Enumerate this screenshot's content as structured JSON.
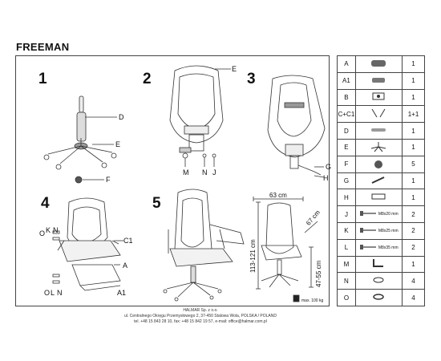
{
  "title": "FREEMAN",
  "steps": [
    "1",
    "2",
    "3",
    "4",
    "5"
  ],
  "labels": {
    "s1": {
      "D": "D",
      "E": "E",
      "F": "F"
    },
    "s2": {
      "E": "E",
      "M": "M",
      "N": "N",
      "J": "J"
    },
    "s3": {
      "G": "G",
      "H": "H"
    },
    "s4": {
      "O": "O",
      "K": "K",
      "N": "N",
      "C1": "C1",
      "A": "A",
      "O2": "O",
      "L": "L",
      "N2": "N",
      "A1": "A1"
    }
  },
  "dimensions": {
    "width": "63 cm",
    "depth": "67 cm",
    "height": "113-121 cm",
    "seat": "47-55 cm",
    "max_load": "max. 100 kg"
  },
  "parts": [
    {
      "code": "A",
      "qty": "1",
      "icon": "seat-cushion-icon",
      "note": ""
    },
    {
      "code": "A1",
      "qty": "1",
      "icon": "footrest-cushion-icon",
      "note": ""
    },
    {
      "code": "B",
      "qty": "1",
      "icon": "mechanism-icon",
      "note": ""
    },
    {
      "code": "C+C1",
      "qty": "1+1",
      "icon": "armrest-pair-icon",
      "note": ""
    },
    {
      "code": "D",
      "qty": "1",
      "icon": "gas-lift-icon",
      "note": ""
    },
    {
      "code": "E",
      "qty": "1",
      "icon": "star-base-icon",
      "note": ""
    },
    {
      "code": "F",
      "qty": "5",
      "icon": "castor-icon",
      "note": ""
    },
    {
      "code": "G",
      "qty": "1",
      "icon": "lever-icon",
      "note": ""
    },
    {
      "code": "H",
      "qty": "1",
      "icon": "bracket-icon",
      "note": ""
    },
    {
      "code": "J",
      "qty": "2",
      "icon": "bolt-icon",
      "note": "M8x20 mm"
    },
    {
      "code": "K",
      "qty": "2",
      "icon": "bolt-icon",
      "note": "M8x25 mm"
    },
    {
      "code": "L",
      "qty": "2",
      "icon": "bolt-icon",
      "note": "M8x35 mm"
    },
    {
      "code": "M",
      "qty": "1",
      "icon": "allen-key-icon",
      "note": ""
    },
    {
      "code": "N",
      "qty": "4",
      "icon": "washer-icon",
      "note": ""
    },
    {
      "code": "O",
      "qty": "4",
      "icon": "spring-washer-icon",
      "note": ""
    }
  ],
  "footer": {
    "company": "HALMAR Sp. z o.o.",
    "address": "ul. Centralnego Okręgu Przemysłowego 2, 37-450 Stalowa Wola, POLSKA / POLAND",
    "contact": "tel. +48 15 843 28 10, fax: +48 15 842 19 57, e-mail: office@halmar.com.pl"
  }
}
